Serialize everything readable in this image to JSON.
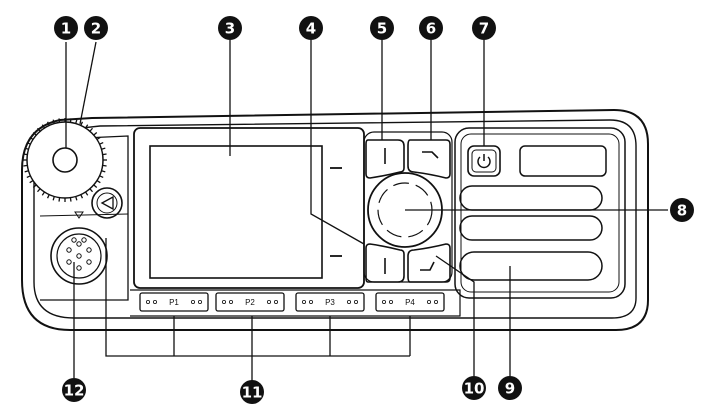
{
  "callouts": [
    {
      "id": "callout-1",
      "label": "1"
    },
    {
      "id": "callout-2",
      "label": "2"
    },
    {
      "id": "callout-3",
      "label": "3"
    },
    {
      "id": "callout-4",
      "label": "4"
    },
    {
      "id": "callout-5",
      "label": "5"
    },
    {
      "id": "callout-6",
      "label": "6"
    },
    {
      "id": "callout-7",
      "label": "7"
    },
    {
      "id": "callout-8",
      "label": "8"
    },
    {
      "id": "callout-9",
      "label": "9"
    },
    {
      "id": "callout-10",
      "label": "10"
    },
    {
      "id": "callout-11",
      "label": "11"
    },
    {
      "id": "callout-12",
      "label": "12"
    }
  ],
  "programmable_keys": [
    {
      "label": "P1"
    },
    {
      "label": "P2"
    },
    {
      "label": "P3"
    },
    {
      "label": "P4"
    }
  ],
  "colors": {
    "ink": "#111111",
    "panel_fill": "#ffffff",
    "callout_fill": "#111111",
    "callout_text": "#ffffff"
  },
  "icons": {
    "power_button": "power-icon",
    "emergency_button": "triangle-icon"
  }
}
